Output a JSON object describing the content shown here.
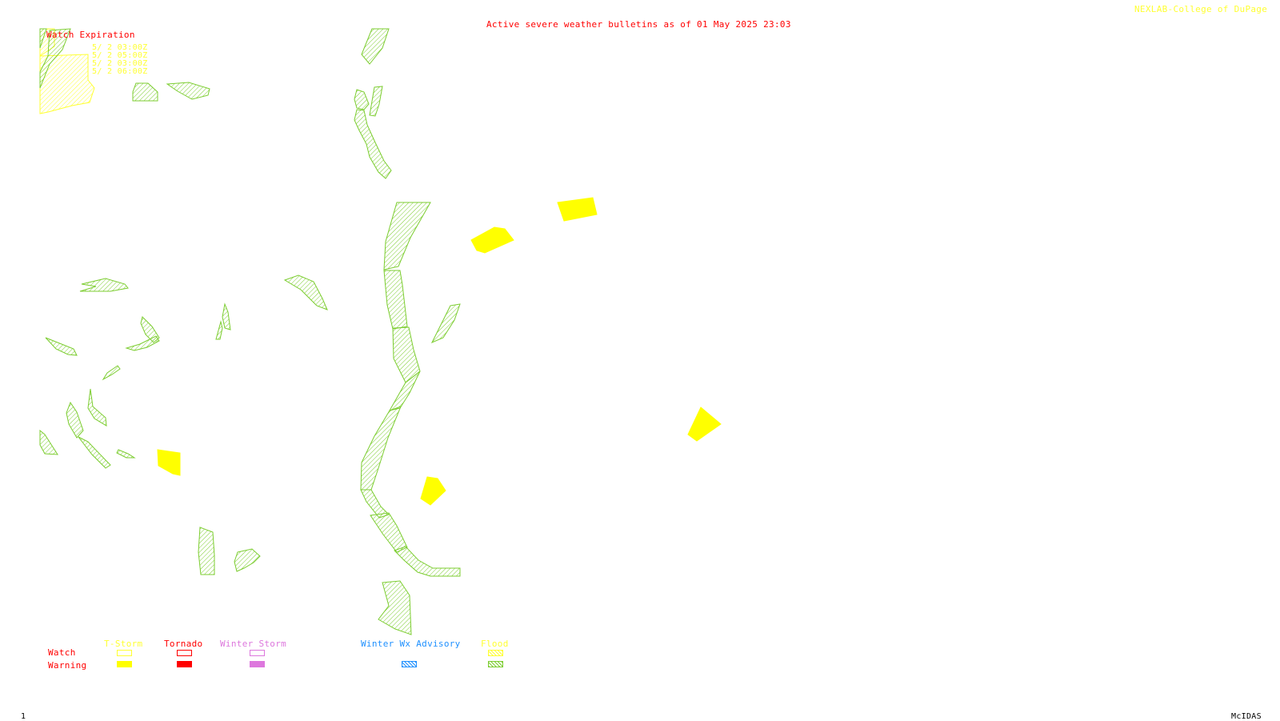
{
  "header": {
    "bulletin_title": "Active severe weather bulletins as of 01 May 2025 23:03",
    "credit": "NEXLAB-College of DuPage"
  },
  "watch_expiration": {
    "heading": "Watch Expiration",
    "times": [
      "5/ 2 03:00Z",
      "5/ 2 05:00Z",
      "5/ 2 03:00Z",
      "5/ 2 06:00Z"
    ]
  },
  "legend": {
    "categories": [
      "T-Storm",
      "Tornado",
      "Winter Storm",
      "Winter Wx Advisory",
      "Flood"
    ],
    "row_labels": [
      "Watch",
      "Warning"
    ]
  },
  "footer": {
    "frame_number": "1",
    "software": "McIDAS"
  },
  "colors": {
    "flood": "#7ccd30",
    "tstorm": "#ffff00",
    "tornado": "#ff0000",
    "winter_storm": "#dd77dd",
    "winter_advisory": "#1e90ff",
    "label_red": "#ff0000"
  }
}
